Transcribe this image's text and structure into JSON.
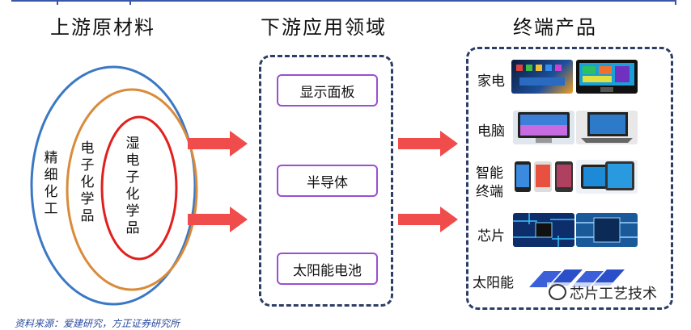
{
  "titles": {
    "upstream": "上游原材料",
    "downstream": "下游应用领域",
    "terminal": "终端产品"
  },
  "upstream": {
    "outer": "精细化工",
    "middle": "电子化学品",
    "inner": "湿电子化学品",
    "colors": {
      "outer": "#3b78c4",
      "middle": "#d98b3a",
      "inner": "#e0201c"
    }
  },
  "applications": [
    "显示面板",
    "半导体",
    "太阳能电池"
  ],
  "products": {
    "home_appliance": "家电",
    "computer": "电脑",
    "smart_terminal_line1": "智能",
    "smart_terminal_line2": "终端",
    "chip": "芯片",
    "solar": "太阳能"
  },
  "source": "资料来源：爱建研究，方正证券研究所",
  "watermark": "芯片工艺技术",
  "colors": {
    "arrow": "#f04c4c",
    "dash_border": "#2d3e66",
    "app_border": "#9b4fd0",
    "accent_line": "#3a56a8"
  }
}
